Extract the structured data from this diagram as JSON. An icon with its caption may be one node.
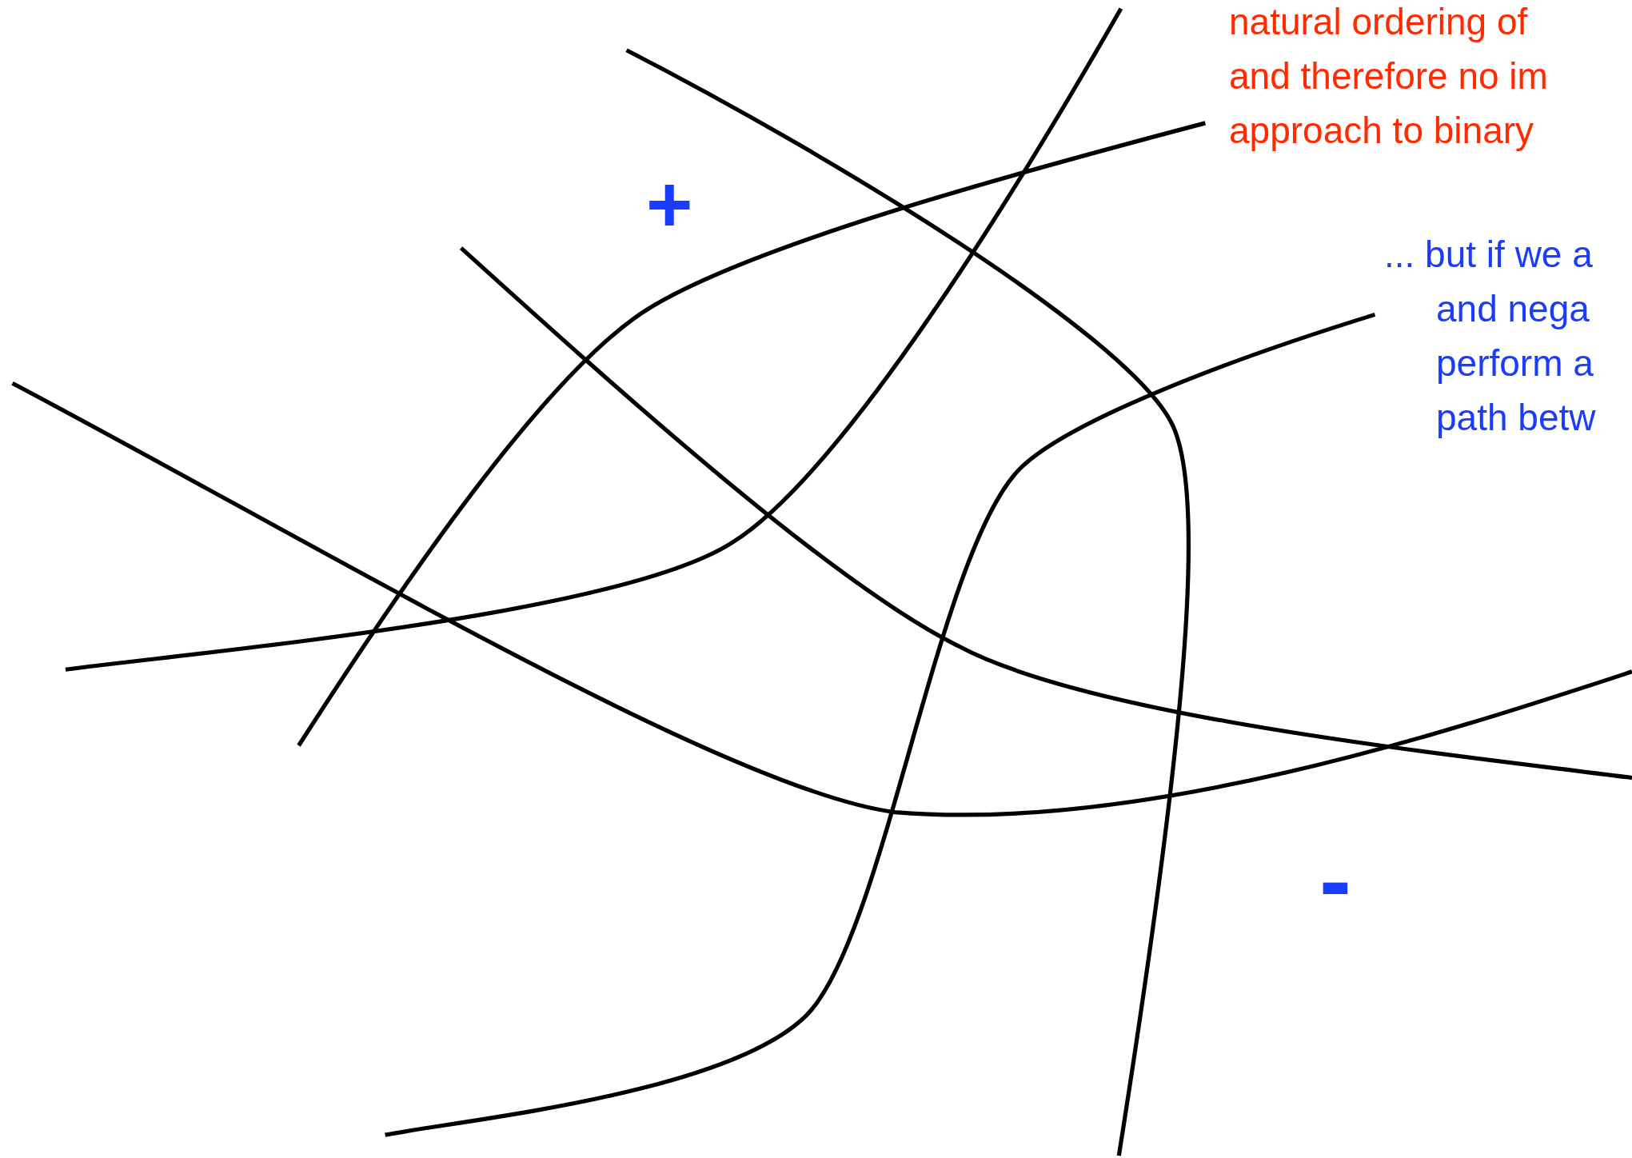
{
  "diagram": {
    "labels": [
      "natural ordering of",
      "and therefore no im",
      "approach to binary",
      "+",
      "... but if we a",
      "and nega",
      "perform a",
      "path betw",
      "-"
    ]
  }
}
